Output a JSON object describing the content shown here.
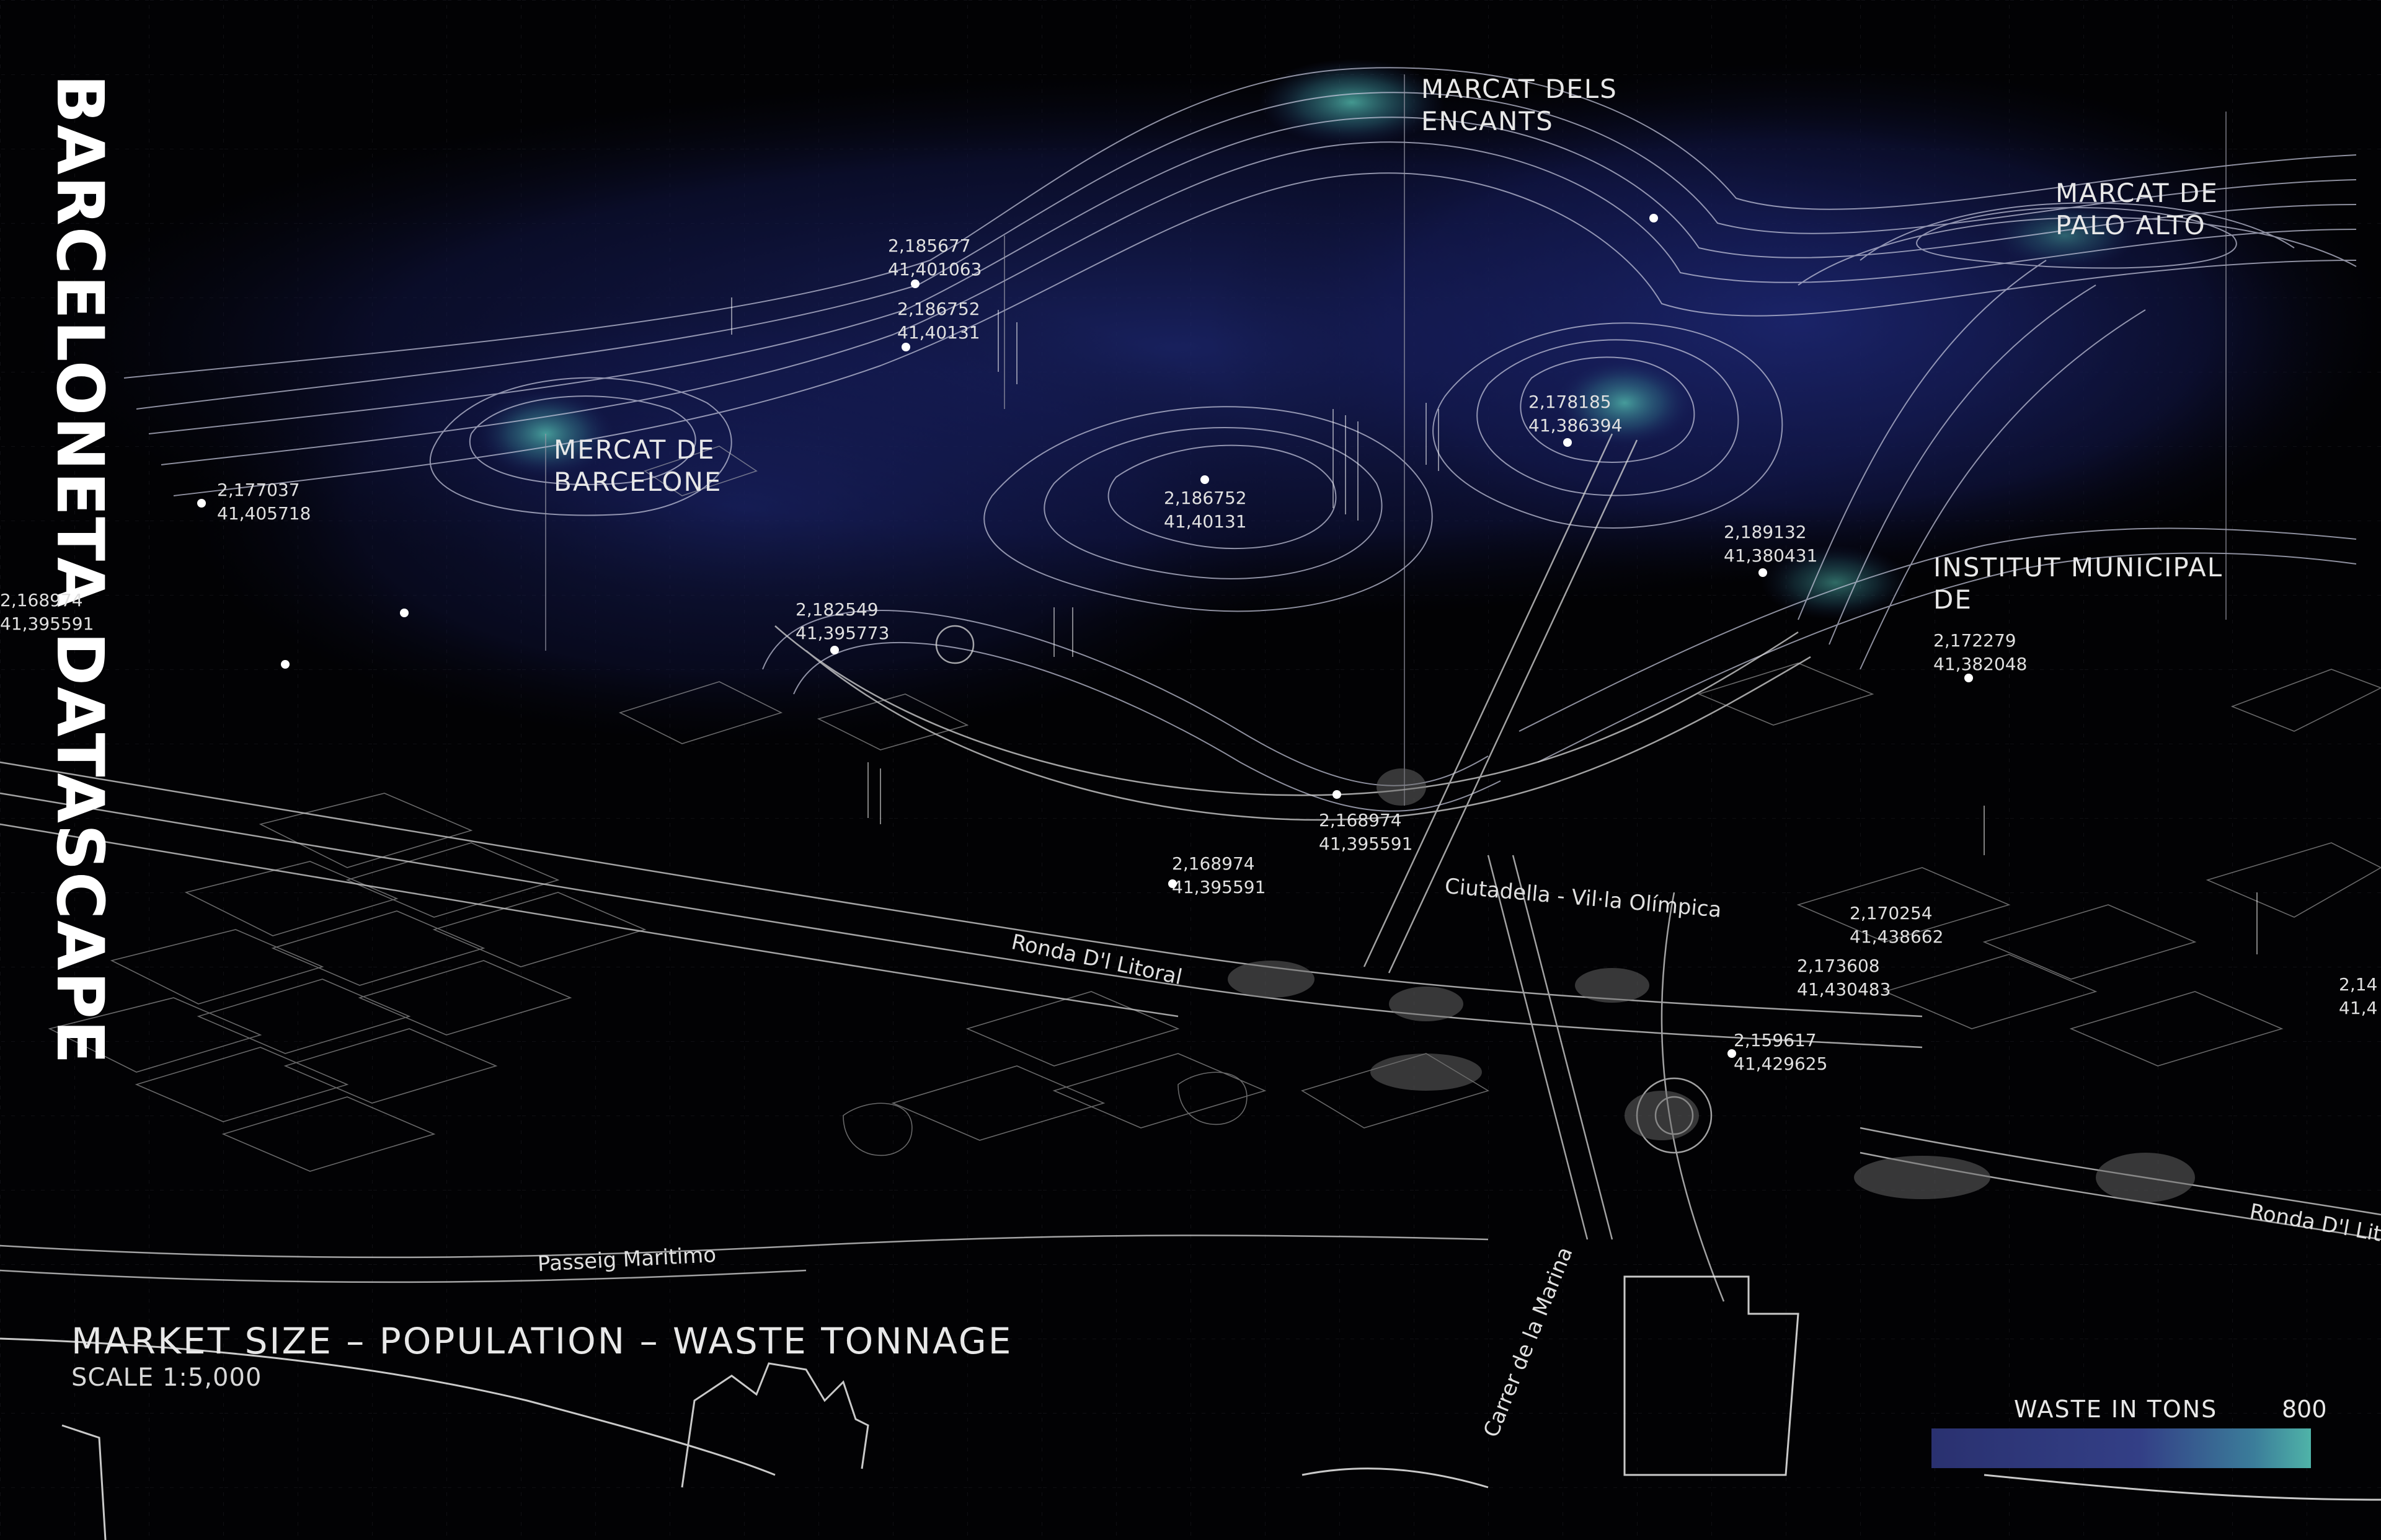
{
  "title": "BARCELONETA DATASCAPE",
  "subtitle": "MARKET SIZE – POPULATION – WASTE TONNAGE",
  "scale": "SCALE 1:5,000",
  "colors": {
    "background": "#020204",
    "heat_low": "#2a3170",
    "heat_high": "#4fb3a8",
    "linework": "#ffffff"
  },
  "legend": {
    "title": "WASTE IN TONS",
    "max_value": "800"
  },
  "places": [
    {
      "id": "marcat-dels-encants",
      "lines": [
        "MARCAT DELS",
        "ENCANTS"
      ]
    },
    {
      "id": "marcat-de-palo-alto",
      "lines": [
        "MARCAT DE",
        "PALO ALTO"
      ]
    },
    {
      "id": "mercat-de-barcelone",
      "lines": [
        "MERCAT DE",
        "BARCELONE"
      ]
    },
    {
      "id": "institut-municipal",
      "lines": [
        "INSTITUT MUNICIPAL",
        "DE"
      ]
    }
  ],
  "points": [
    {
      "lon": "2,185677",
      "lat": "41,401063"
    },
    {
      "lon": "2,186752",
      "lat": "41,40131"
    },
    {
      "lon": "2,177037",
      "lat": "41,405718"
    },
    {
      "lon": "2,168974",
      "lat": "41,395591"
    },
    {
      "lon": "2,186752",
      "lat": "41,40131"
    },
    {
      "lon": "2,178185",
      "lat": "41,386394"
    },
    {
      "lon": "2,189132",
      "lat": "41,380431"
    },
    {
      "lon": "2,172279",
      "lat": "41,382048"
    },
    {
      "lon": "2,182549",
      "lat": "41,395773"
    },
    {
      "lon": "2,168974",
      "lat": "41,395591"
    },
    {
      "lon": "2,168974",
      "lat": "41,395591"
    },
    {
      "lon": "2,170254",
      "lat": "41,438662"
    },
    {
      "lon": "2,173608",
      "lat": "41,430483"
    },
    {
      "lon": "2,159617",
      "lat": "41,429625"
    },
    {
      "lon": "2,14",
      "lat": "41,4"
    }
  ],
  "streets": [
    {
      "id": "ciutadella",
      "name": "Ciutadella - Vil·la Olímpica"
    },
    {
      "id": "ronda-litoral",
      "name": "Ronda D'l Litoral"
    },
    {
      "id": "passeig-maritimo",
      "name": "Passeig Maritimo"
    },
    {
      "id": "carrer-marina",
      "name": "Carrer de la Marina"
    },
    {
      "id": "ronda-lit-right",
      "name": "Ronda D'l Lit"
    }
  ]
}
